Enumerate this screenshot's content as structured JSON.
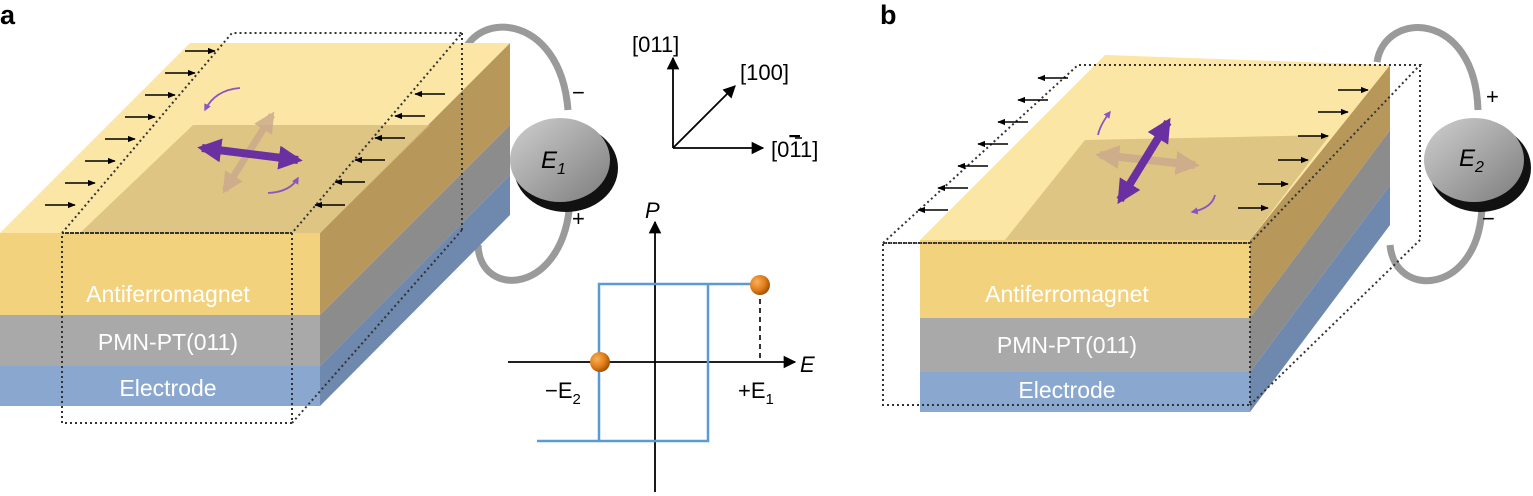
{
  "panels": [
    {
      "label": "a",
      "layers": [
        "Antiferromagnet",
        "PMN-PT(011)",
        "Electrode"
      ],
      "knob": {
        "symbol": "E",
        "subscript": "1",
        "top_sign": "−",
        "bottom_sign": "+"
      }
    },
    {
      "label": "b",
      "layers": [
        "Antiferromagnet",
        "PMN-PT(011)",
        "Electrode"
      ],
      "knob": {
        "symbol": "E",
        "subscript": "2",
        "top_sign": "+",
        "bottom_sign": "−"
      }
    }
  ],
  "crystal_axes": {
    "vertical": "[011]",
    "diagonal": "[100]",
    "horizontal_prefix": "[0",
    "horizontal_bar": "1",
    "horizontal_suffix": "1]"
  },
  "hysteresis": {
    "y_axis": "P",
    "x_axis": "E",
    "left_point_prefix": "−E",
    "left_point_sub": "2",
    "right_point_prefix": "+E",
    "right_point_sub": "1"
  },
  "colors": {
    "afm_top": "#fbe6a6",
    "afm_front": "#f3d27e",
    "pmn": "#a9a9a9",
    "electrode": "#8aa8cf",
    "loop": "#5b9bd5",
    "sphere": "#e07b17",
    "double_arrow": "#6a2fa0"
  }
}
